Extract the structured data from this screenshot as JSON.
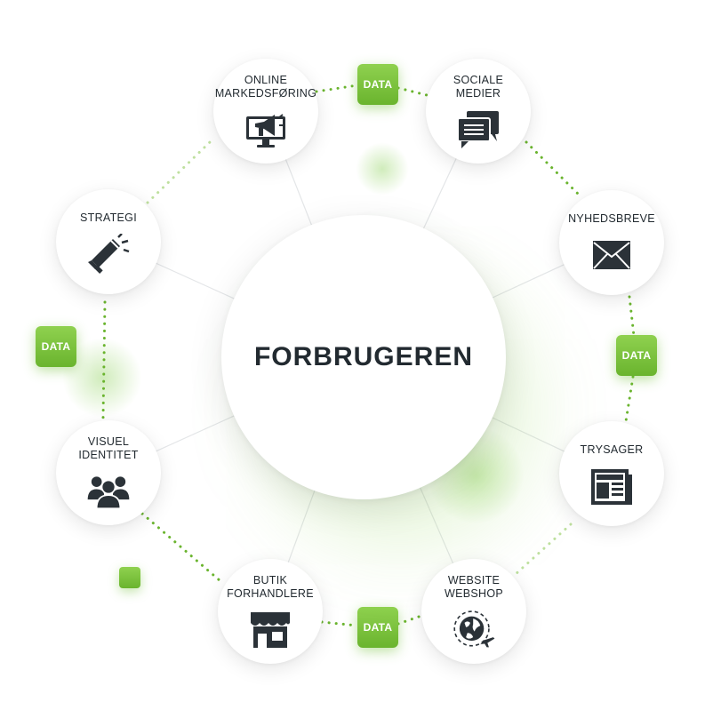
{
  "center": {
    "label": "FORBRUGEREN"
  },
  "nodes": [
    {
      "id": "online-markedsfoering",
      "label": "ONLINE\nMARKEDSFØRING",
      "icon": "megaphone-monitor-icon"
    },
    {
      "id": "sociale-medier",
      "label": "SOCIALE\nMEDIER",
      "icon": "chat-bubbles-icon"
    },
    {
      "id": "nyhedsbreve",
      "label": "NYHEDSBREVE",
      "icon": "envelope-icon"
    },
    {
      "id": "trysager",
      "label": "TRYSAGER",
      "icon": "newspaper-icon"
    },
    {
      "id": "website-webshop",
      "label": "WEBSITE\nWEBSHOP",
      "icon": "globe-plane-icon"
    },
    {
      "id": "butik-forhandlere",
      "label": "BUTIK\nFORHANDLERE",
      "icon": "storefront-icon"
    },
    {
      "id": "visuel-identitet",
      "label": "VISUEL\nIDENTITET",
      "icon": "people-group-icon"
    },
    {
      "id": "strategi",
      "label": "STRATEGI",
      "icon": "megaphone-icon"
    }
  ],
  "badges": [
    {
      "label": "DATA"
    },
    {
      "label": "DATA"
    },
    {
      "label": "DATA"
    },
    {
      "label": "DATA"
    }
  ],
  "colors": {
    "accent": "#7cc240",
    "text": "#222a30",
    "icon": "#2b3238",
    "dots": "#6ab42e"
  }
}
